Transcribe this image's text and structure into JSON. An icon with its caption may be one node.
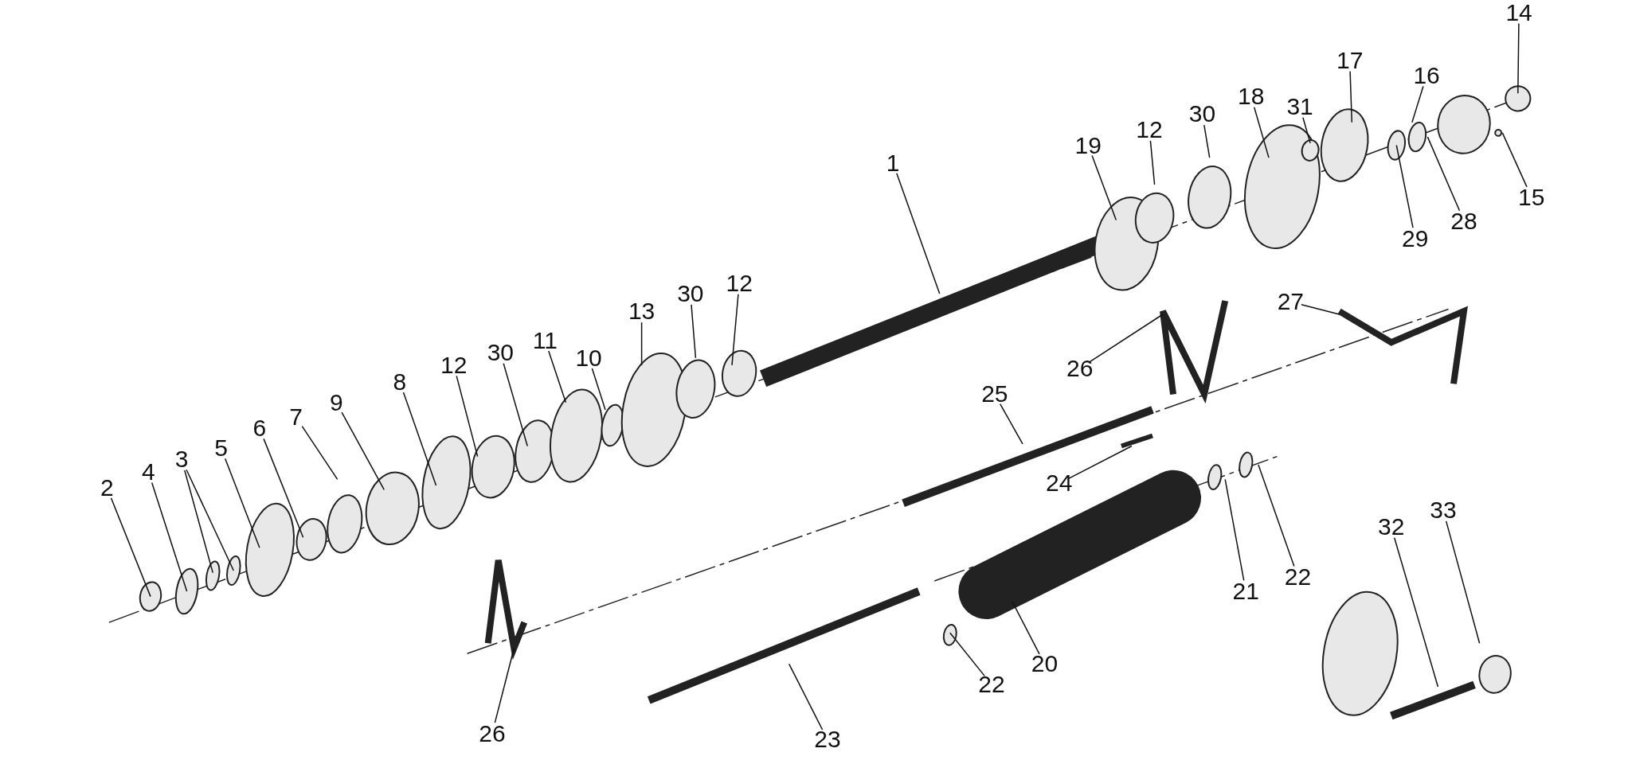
{
  "diagram": {
    "nodes": [
      {
        "text": [
          "14"
        ]
      },
      {
        "text": [
          "17"
        ]
      },
      {
        "text": [
          "16"
        ]
      },
      {
        "text": [
          "18"
        ]
      },
      {
        "text": [
          "31"
        ]
      },
      {
        "text": [
          "30"
        ]
      },
      {
        "text": [
          "12"
        ]
      },
      {
        "text": [
          "19"
        ]
      },
      {
        "text": [
          "15"
        ]
      },
      {
        "text": [
          "28"
        ]
      },
      {
        "text": [
          "29"
        ]
      },
      {
        "text": [
          "1"
        ]
      },
      {
        "text": [
          "27"
        ]
      },
      {
        "text": [
          "13"
        ]
      },
      {
        "text": [
          "30"
        ]
      },
      {
        "text": [
          "12"
        ]
      },
      {
        "text": [
          "11"
        ]
      },
      {
        "text": [
          "10"
        ]
      },
      {
        "text": [
          "26"
        ]
      },
      {
        "text": [
          "12"
        ]
      },
      {
        "text": [
          "30"
        ]
      },
      {
        "text": [
          "8"
        ]
      },
      {
        "text": [
          "9"
        ]
      },
      {
        "text": [
          "7"
        ]
      },
      {
        "text": [
          "25"
        ]
      },
      {
        "text": [
          "6"
        ]
      },
      {
        "text": [
          "5"
        ]
      },
      {
        "text": [
          "3"
        ]
      },
      {
        "text": [
          "4"
        ]
      },
      {
        "text": [
          "2"
        ]
      },
      {
        "text": [
          "24"
        ]
      },
      {
        "text": [
          "33"
        ]
      },
      {
        "text": [
          "32"
        ]
      },
      {
        "text": [
          "21"
        ]
      },
      {
        "text": [
          "22"
        ]
      },
      {
        "text": [
          "22"
        ]
      },
      {
        "text": [
          "20"
        ]
      },
      {
        "text": [
          "26"
        ]
      },
      {
        "text": [
          "23"
        ]
      }
    ],
    "edges": [
      {
        "from": 0,
        "to": null,
        "arrow": "none"
      },
      {
        "from": 1,
        "to": null,
        "arrow": "none"
      },
      {
        "from": 2,
        "to": null,
        "arrow": "none"
      },
      {
        "from": 3,
        "to": null,
        "arrow": "none"
      },
      {
        "from": 4,
        "to": null,
        "arrow": "none"
      },
      {
        "from": 5,
        "to": null,
        "arrow": "none"
      },
      {
        "from": 6,
        "to": null,
        "arrow": "none"
      },
      {
        "from": 7,
        "to": null,
        "arrow": "none"
      },
      {
        "from": 8,
        "to": null,
        "arrow": "none"
      },
      {
        "from": 9,
        "to": null,
        "arrow": "none"
      },
      {
        "from": 10,
        "to": null,
        "arrow": "none"
      },
      {
        "from": 11,
        "to": null,
        "arrow": "none"
      },
      {
        "from": 12,
        "to": null,
        "arrow": "none"
      },
      {
        "from": 13,
        "to": null,
        "arrow": "none"
      },
      {
        "from": 14,
        "to": null,
        "arrow": "none"
      },
      {
        "from": 15,
        "to": null,
        "arrow": "none"
      },
      {
        "from": 16,
        "to": null,
        "arrow": "none"
      },
      {
        "from": 17,
        "to": null,
        "arrow": "none"
      },
      {
        "from": 18,
        "to": null,
        "arrow": "none"
      },
      {
        "from": 19,
        "to": null,
        "arrow": "none"
      },
      {
        "from": 20,
        "to": null,
        "arrow": "none"
      },
      {
        "from": 21,
        "to": null,
        "arrow": "none"
      },
      {
        "from": 22,
        "to": null,
        "arrow": "none"
      },
      {
        "from": 23,
        "to": null,
        "arrow": "none"
      },
      {
        "from": 24,
        "to": null,
        "arrow": "none"
      },
      {
        "from": 25,
        "to": null,
        "arrow": "none"
      },
      {
        "from": 26,
        "to": null,
        "arrow": "none"
      },
      {
        "from": 27,
        "to": null,
        "arrow": "none"
      },
      {
        "from": 27,
        "to": null,
        "arrow": "none"
      },
      {
        "from": 28,
        "to": null,
        "arrow": "none"
      },
      {
        "from": 29,
        "to": null,
        "arrow": "none"
      },
      {
        "from": 30,
        "to": null,
        "arrow": "none"
      },
      {
        "from": 31,
        "to": null,
        "arrow": "none"
      },
      {
        "from": 32,
        "to": null,
        "arrow": "none"
      },
      {
        "from": 33,
        "to": null,
        "arrow": "none"
      },
      {
        "from": 34,
        "to": null,
        "arrow": "none"
      },
      {
        "from": 35,
        "to": null,
        "arrow": "none"
      },
      {
        "from": 36,
        "to": null,
        "arrow": "none"
      },
      {
        "from": 37,
        "to": null,
        "arrow": "none"
      },
      {
        "from": 38,
        "to": null,
        "arrow": "none"
      }
    ]
  }
}
